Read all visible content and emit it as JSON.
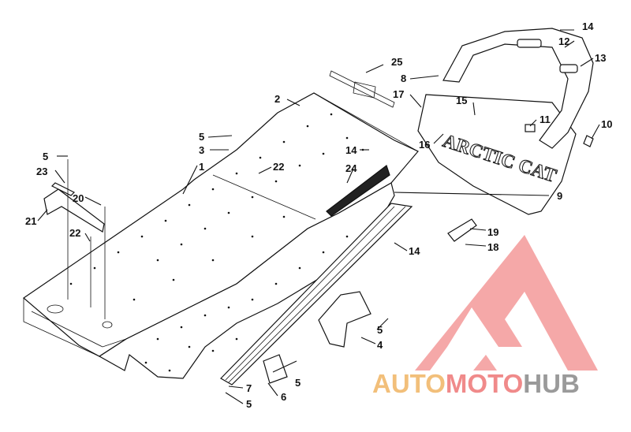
{
  "diagram": {
    "callouts": [
      {
        "id": "c14a",
        "text": "14"
      },
      {
        "id": "c12",
        "text": "12"
      },
      {
        "id": "c13",
        "text": "13"
      },
      {
        "id": "c25",
        "text": "25"
      },
      {
        "id": "c8",
        "text": "8"
      },
      {
        "id": "c17",
        "text": "17"
      },
      {
        "id": "c15",
        "text": "15"
      },
      {
        "id": "c11",
        "text": "11"
      },
      {
        "id": "c10",
        "text": "10"
      },
      {
        "id": "c16",
        "text": "16"
      },
      {
        "id": "c2",
        "text": "2"
      },
      {
        "id": "c5a",
        "text": "5"
      },
      {
        "id": "c3",
        "text": "3"
      },
      {
        "id": "c14b",
        "text": "14"
      },
      {
        "id": "c1",
        "text": "1"
      },
      {
        "id": "c22a",
        "text": "22"
      },
      {
        "id": "c24",
        "text": "24"
      },
      {
        "id": "c5b",
        "text": "5"
      },
      {
        "id": "c23",
        "text": "23"
      },
      {
        "id": "c20",
        "text": "20"
      },
      {
        "id": "c21",
        "text": "21"
      },
      {
        "id": "c22b",
        "text": "22"
      },
      {
        "id": "c9",
        "text": "9"
      },
      {
        "id": "c19",
        "text": "19"
      },
      {
        "id": "c18",
        "text": "18"
      },
      {
        "id": "c14c",
        "text": "14"
      },
      {
        "id": "c5c",
        "text": "5"
      },
      {
        "id": "c4",
        "text": "4"
      },
      {
        "id": "c5d",
        "text": "5"
      },
      {
        "id": "c6",
        "text": "6"
      },
      {
        "id": "c7",
        "text": "7"
      },
      {
        "id": "c5e",
        "text": "5"
      }
    ],
    "flap_emboss": "ARCTIC CAT"
  },
  "watermark": {
    "text_part1": "AUTO",
    "text_part2": "MOTO",
    "text_part3": "HUB",
    "color_part1": "#f2bf7a",
    "color_part2": "#f08a8a",
    "color_part3": "#9a9a9a",
    "logo_color": "#f07e7e"
  }
}
